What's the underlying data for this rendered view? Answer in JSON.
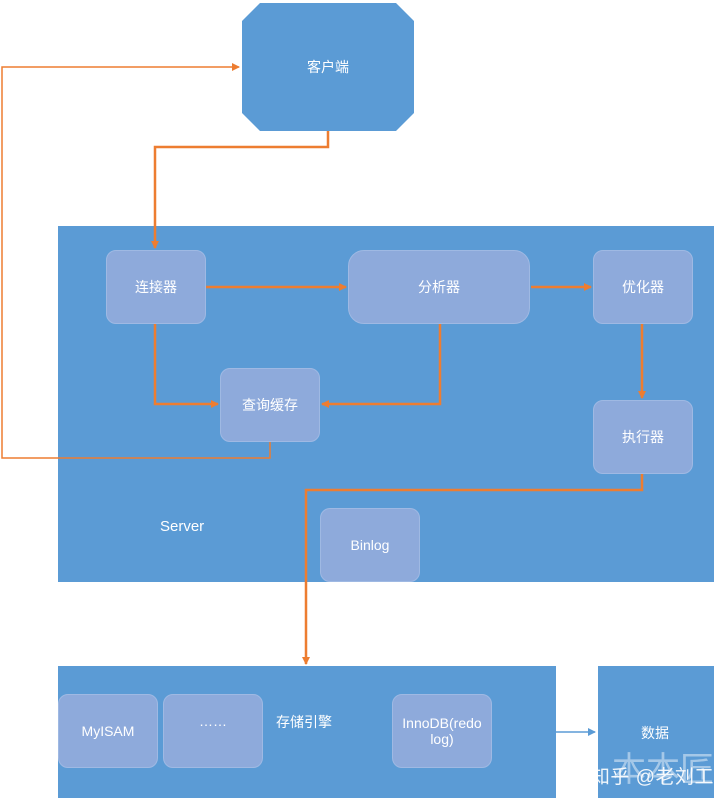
{
  "client": {
    "label": "客户端"
  },
  "server": {
    "label": "Server",
    "components": {
      "connector": "连接器",
      "analyzer": "分析器",
      "optimizer": "优化器",
      "query_cache": "查询缓存",
      "executor": "执行器",
      "binlog": "Binlog"
    }
  },
  "storage": {
    "label": "存储引擎",
    "engines": {
      "myisam": "MyISAM",
      "more": "……",
      "innodb": "InnoDB(redo log)"
    }
  },
  "data_store": {
    "label": "数据"
  },
  "watermark": {
    "text": "知乎 @老刘工",
    "ghost": "本本匠"
  },
  "colors": {
    "panel": "#5b9bd5",
    "box": "#8eaadb",
    "arrow": "#ed7d31",
    "storage_arrow": "#5b9bd5"
  }
}
